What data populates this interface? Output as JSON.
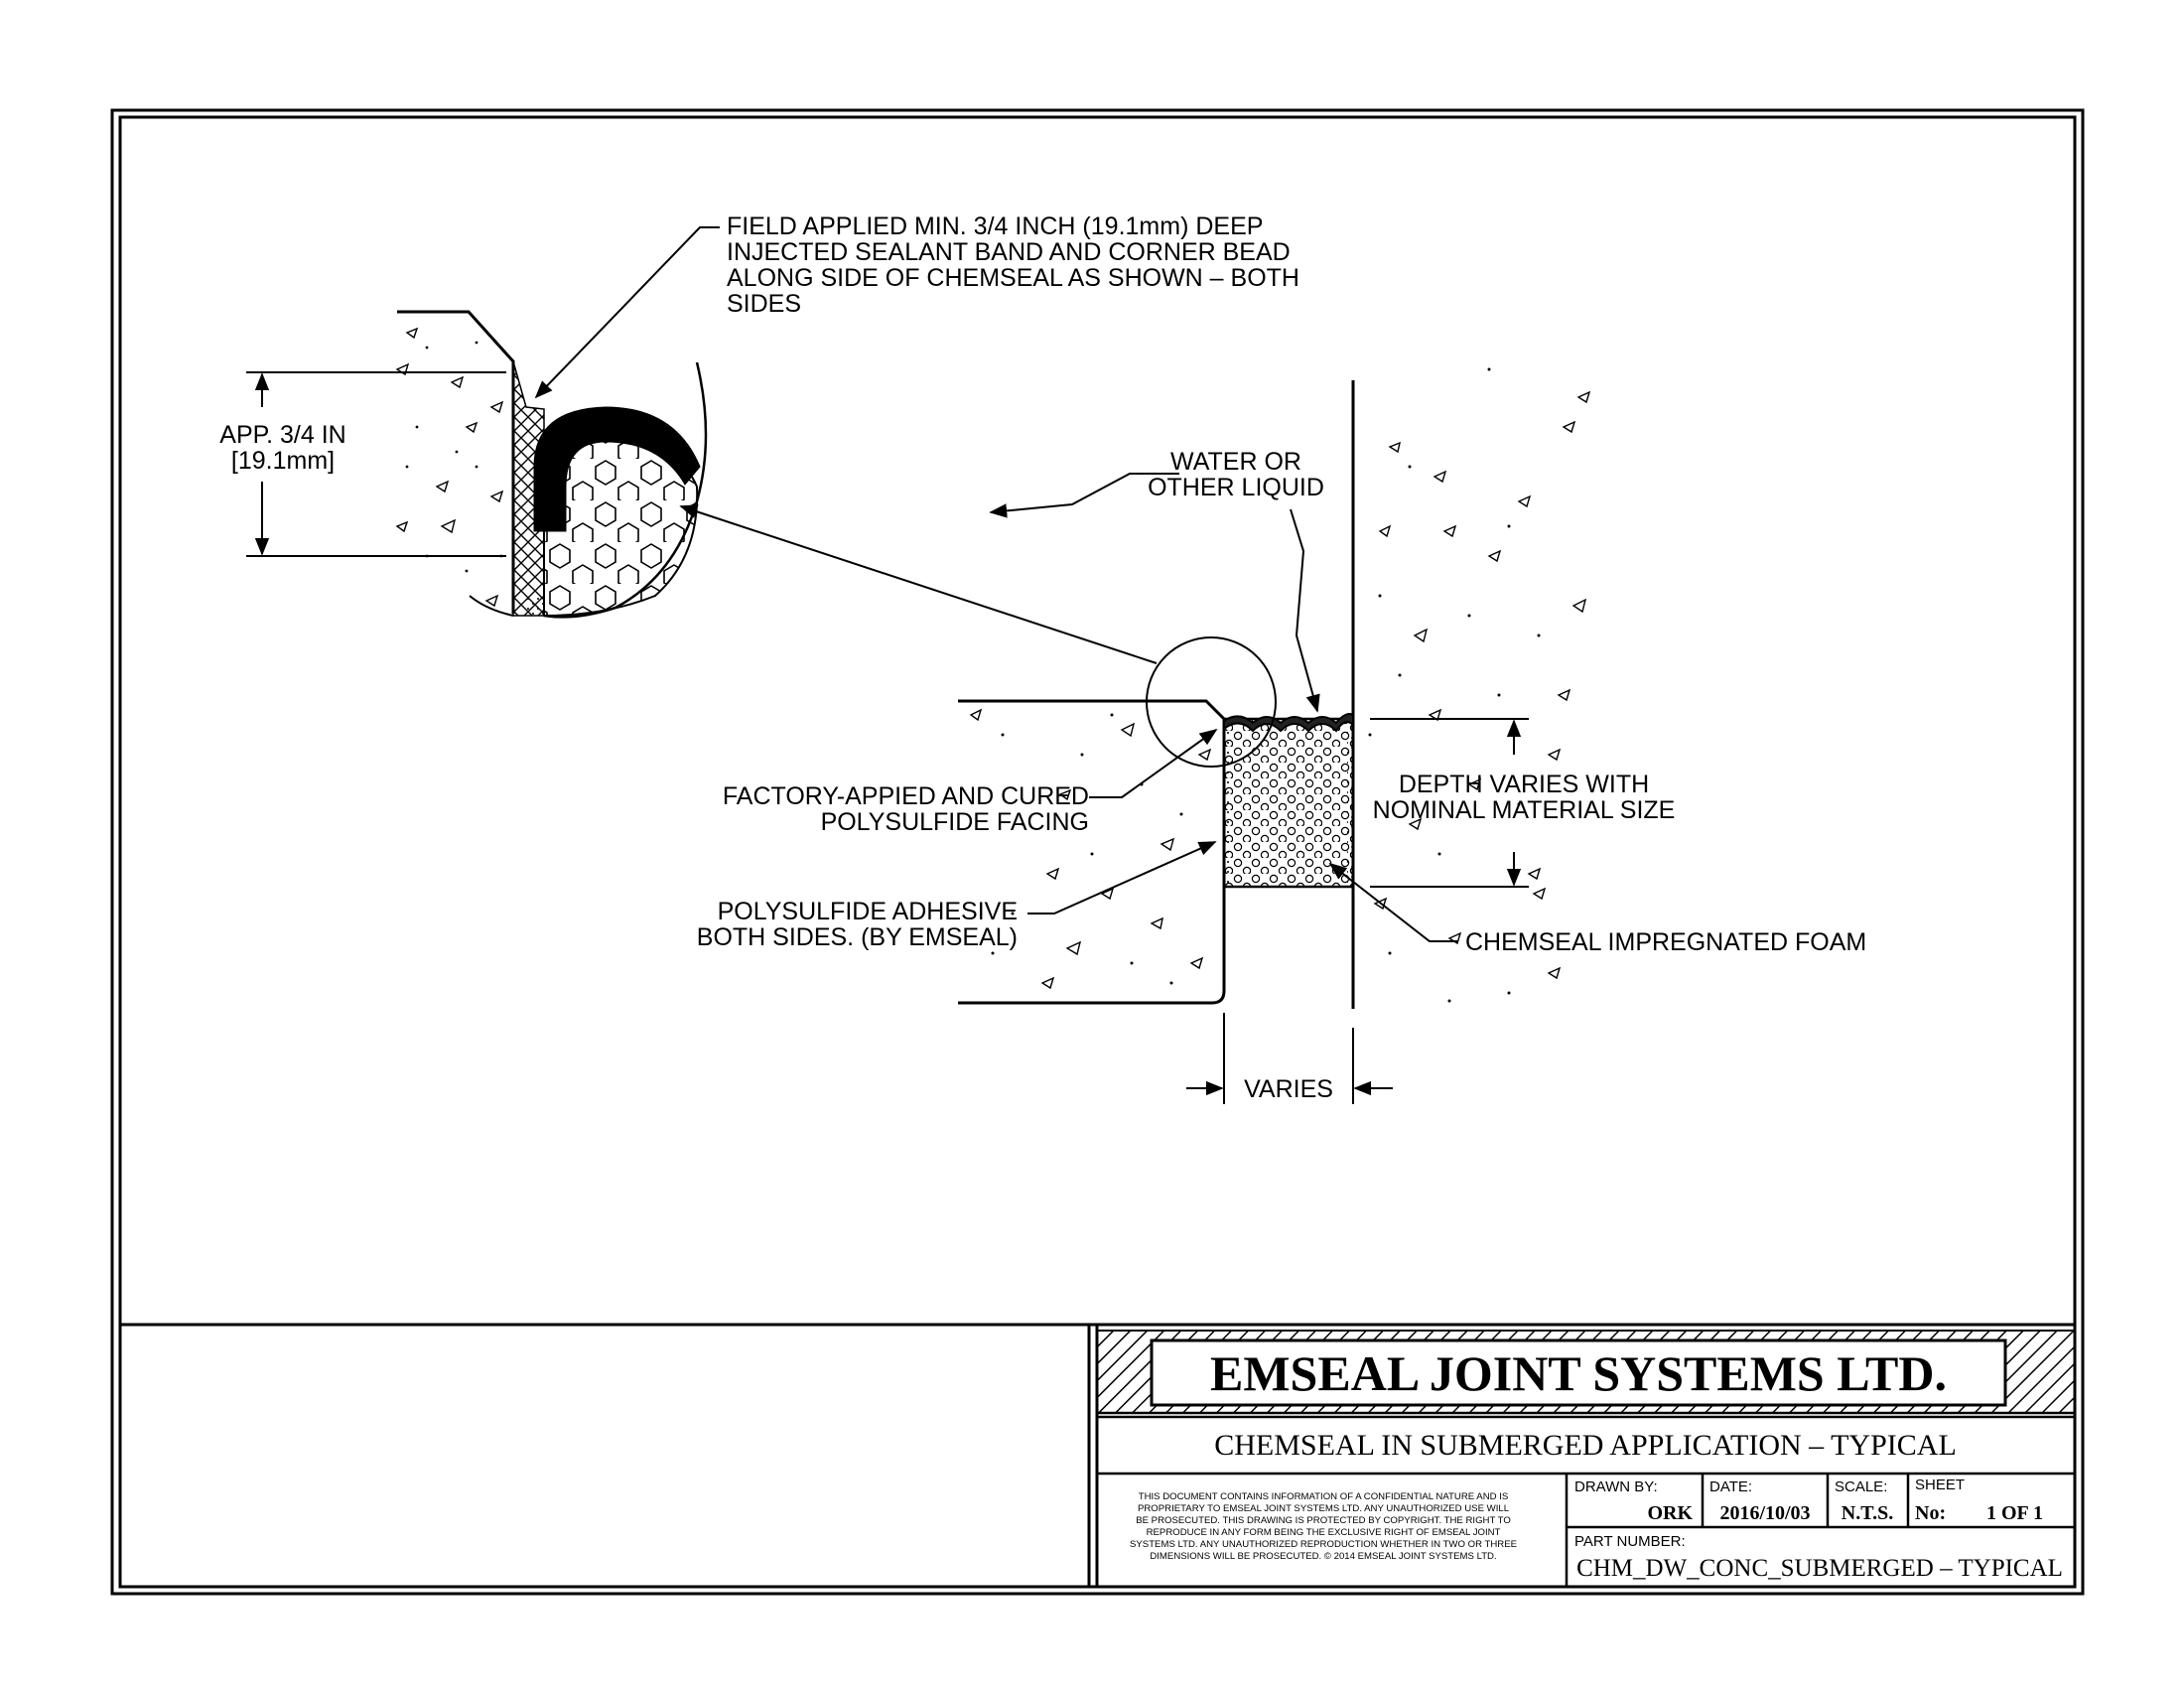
{
  "drawing": {
    "labels": {
      "field_sealant": [
        "FIELD APPLIED MIN. 3/4 INCH (19.1mm) DEEP",
        "INJECTED SEALANT BAND AND CORNER BEAD",
        "ALONG SIDE OF CHEMSEAL AS SHOWN – BOTH",
        "SIDES"
      ],
      "app_dim": [
        "APP. 3/4 IN",
        "[19.1mm]"
      ],
      "water": [
        "WATER OR",
        "OTHER LIQUID"
      ],
      "factory_facing": [
        "FACTORY-APPIED AND CURED",
        "POLYSULFIDE FACING"
      ],
      "adhesive": [
        "POLYSULFIDE ADHESIVE",
        "BOTH SIDES. (BY EMSEAL)"
      ],
      "depth": [
        "DEPTH VARIES WITH",
        "NOMINAL MATERIAL SIZE"
      ],
      "foam": "CHEMSEAL IMPREGNATED FOAM",
      "varies": "VARIES"
    }
  },
  "title_block": {
    "company": "EMSEAL JOINT SYSTEMS LTD.",
    "title": "CHEMSEAL IN SUBMERGED APPLICATION – TYPICAL",
    "legal": [
      "THIS DOCUMENT CONTAINS INFORMATION OF A CONFIDENTIAL NATURE AND IS",
      "PROPRIETARY TO EMSEAL JOINT SYSTEMS LTD. ANY UNAUTHORIZED USE WILL",
      "BE PROSECUTED. THIS DRAWING IS PROTECTED BY COPYRIGHT. THE RIGHT TO",
      "REPRODUCE IN ANY FORM BEING THE EXCLUSIVE RIGHT OF EMSEAL JOINT",
      "SYSTEMS LTD. ANY UNAUTHORIZED REPRODUCTION WHETHER IN TWO OR THREE",
      "DIMENSIONS WILL BE PROSECUTED. © 2014 EMSEAL JOINT SYSTEMS LTD."
    ],
    "drawn_by_label": "DRAWN BY:",
    "drawn_by": "ORK",
    "date_label": "DATE:",
    "date": "2016/10/03",
    "scale_label": "SCALE:",
    "scale": "N.T.S.",
    "sheet_label": "SHEET",
    "sheet_no_label": "No:",
    "sheet_no": "1 OF 1",
    "part_number_label": "PART NUMBER:",
    "part_number": "CHM_DW_CONC_SUBMERGED – TYPICAL"
  }
}
